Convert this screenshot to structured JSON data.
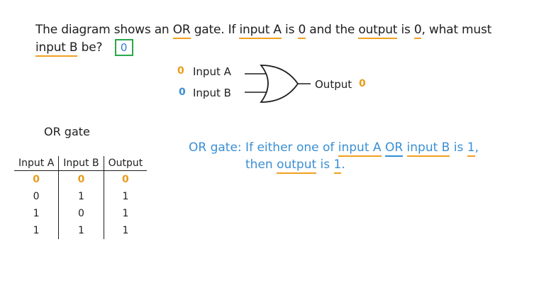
{
  "question": {
    "line1_parts": [
      "The diagram shows an ",
      "OR",
      " gate. If ",
      "input A",
      " is ",
      "0",
      " and the ",
      "output",
      " is ",
      "0",
      ", what must"
    ],
    "line2_parts": [
      "input B",
      " be?"
    ],
    "answer": "0"
  },
  "diagram": {
    "input_a_value": "0",
    "input_a_label": "Input A",
    "input_b_value": "0",
    "input_b_label": "Input B",
    "output_label": "Output",
    "output_value": "0"
  },
  "table": {
    "title": "OR gate",
    "headers": [
      "Input A",
      "Input B",
      "Output"
    ],
    "rows": [
      [
        "0",
        "0",
        "0"
      ],
      [
        "0",
        "1",
        "1"
      ],
      [
        "1",
        "0",
        "1"
      ],
      [
        "1",
        "1",
        "1"
      ]
    ]
  },
  "rule": {
    "line1_parts": [
      "OR gate: If either one of ",
      "input A",
      " ",
      "OR",
      " ",
      "input B",
      " is ",
      "1",
      ","
    ],
    "line2_parts": [
      "then ",
      "output",
      " is ",
      "1",
      "."
    ]
  }
}
